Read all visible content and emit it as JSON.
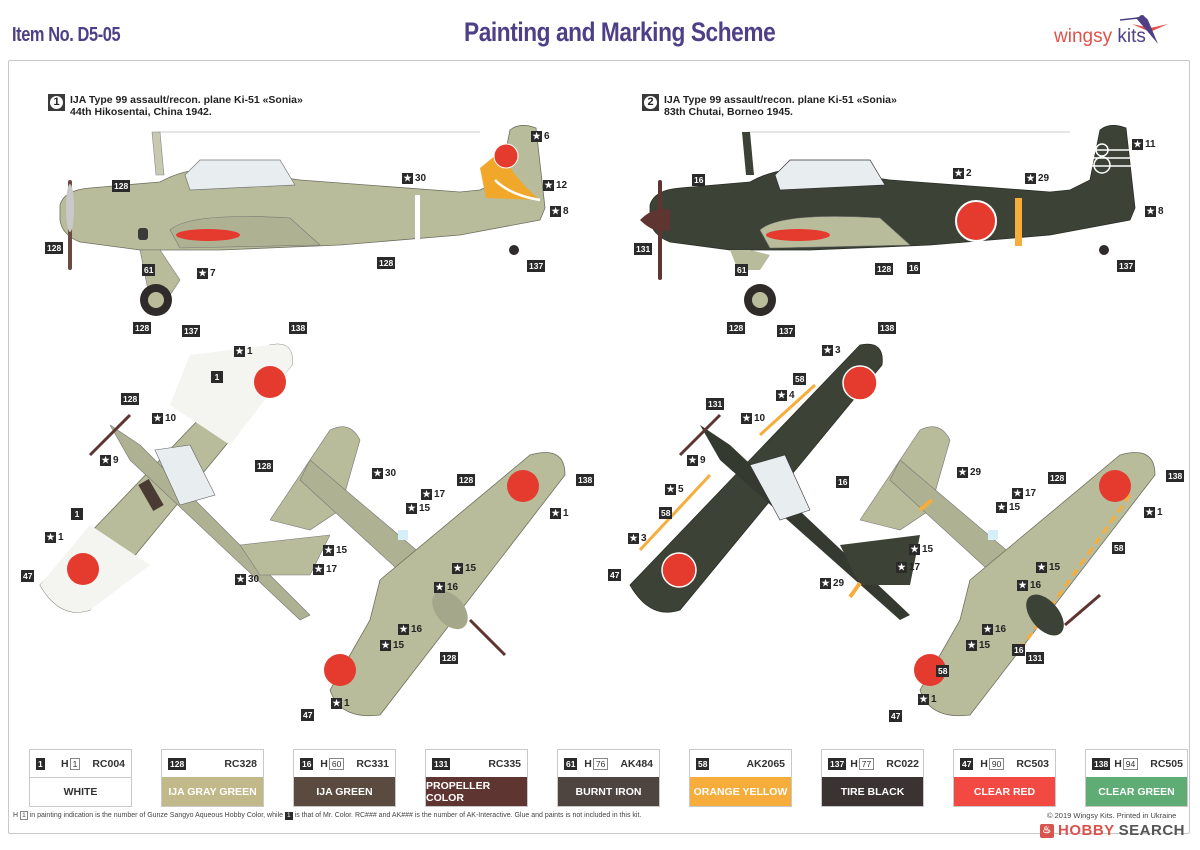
{
  "header": {
    "item_no": "Item No. D5-05",
    "title": "Painting and Marking Scheme",
    "brand_part1": "wingsy",
    "brand_part2": "kits"
  },
  "schemes": [
    {
      "number": "1",
      "line1": "IJA Type 99 assault/recon. plane Ki-51 «Sonia»",
      "line2": "44th Hikosentai, China 1942.",
      "side_callouts": [
        "128",
        "128",
        "61",
        "7",
        "128",
        "137",
        "30",
        "6",
        "12",
        "8",
        "128",
        "137"
      ],
      "top_callouts": [
        "138",
        "1",
        "1",
        "128",
        "10",
        "9",
        "128",
        "1",
        "1",
        "47",
        "30"
      ],
      "bottom_callouts": [
        "30",
        "128",
        "138",
        "17",
        "15",
        "1",
        "15",
        "15",
        "17",
        "16",
        "16",
        "15",
        "128",
        "1",
        "47"
      ]
    },
    {
      "number": "2",
      "line1": "IJA Type 99 assault/recon. plane Ki-51 «Sonia»",
      "line2": "83th Chutai, Borneo 1945.",
      "side_callouts": [
        "16",
        "131",
        "61",
        "128",
        "16",
        "2",
        "29",
        "11",
        "8",
        "128",
        "137",
        "137"
      ],
      "top_callouts": [
        "138",
        "3",
        "58",
        "4",
        "131",
        "10",
        "9",
        "5",
        "58",
        "3",
        "47",
        "16",
        "29"
      ],
      "bottom_callouts": [
        "29",
        "128",
        "138",
        "17",
        "15",
        "1",
        "58",
        "15",
        "17",
        "15",
        "16",
        "16",
        "15",
        "16",
        "131",
        "58",
        "1",
        "47"
      ]
    }
  ],
  "paints": [
    {
      "num": "1",
      "h": "1",
      "code": "RC004",
      "name": "WHITE",
      "color": "#ffffff",
      "text": "#333333"
    },
    {
      "num": "128",
      "h": "",
      "code": "RC328",
      "name": "IJA GRAY GREEN",
      "color": "#c2b98a",
      "text": "#ffffff"
    },
    {
      "num": "16",
      "h": "60",
      "code": "RC331",
      "name": "IJA GREEN",
      "color": "#5a4a3f",
      "text": "#ffffff"
    },
    {
      "num": "131",
      "h": "",
      "code": "RC335",
      "name": "PROPELLER COLOR",
      "color": "#5e3530",
      "text": "#ffffff"
    },
    {
      "num": "61",
      "h": "76",
      "code": "AK484",
      "name": "BURNT IRON",
      "color": "#4f4540",
      "text": "#ffffff"
    },
    {
      "num": "58",
      "h": "",
      "code": "AK2065",
      "name": "ORANGE YELLOW",
      "color": "#f6ad3c",
      "text": "#ffffff"
    },
    {
      "num": "137",
      "h": "77",
      "code": "RC022",
      "name": "TIRE BLACK",
      "color": "#3b3331",
      "text": "#ffffff"
    },
    {
      "num": "47",
      "h": "90",
      "code": "RC503",
      "name": "CLEAR RED",
      "color": "#f24a43",
      "text": "#ffffff"
    },
    {
      "num": "138",
      "h": "94",
      "code": "RC505",
      "name": "CLEAR GREEN",
      "color": "#5fad74",
      "text": "#ffffff"
    }
  ],
  "footnote": {
    "prefix": "H",
    "hnum": "1",
    "part1": "in painting indication is the number of Gunze Sangyo Aqueous Hobby Color, while",
    "nnum": "1",
    "part2": "is that of Mr. Color. RC### and AK### is the number of AK-Interactive. Glue and paints is not included in this kit."
  },
  "copyright": "© 2019 Wingsy Kits. Printed in Ukraine",
  "watermark": {
    "part1": "HOBBY",
    "part2": "SEARCH"
  },
  "colors": {
    "accent_purple": "#4e3f86",
    "brand_red": "#e0524a",
    "hinomaru_red": "#e53a2e",
    "gray_green": "#b9bc9a",
    "dark_green": "#3c4236",
    "orange_yellow": "#f6ad3c"
  }
}
